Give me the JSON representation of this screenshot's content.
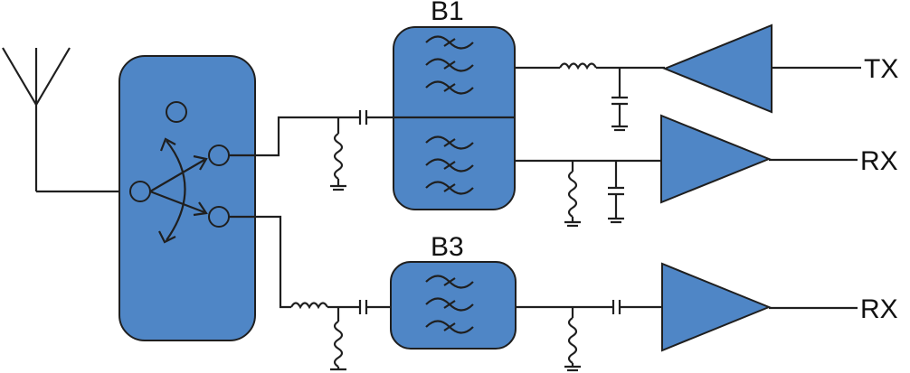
{
  "labels": {
    "filter_top": "B1",
    "filter_bottom": "B3",
    "port_tx": "TX",
    "port_rx_top": "RX",
    "port_rx_bottom": "RX"
  },
  "colors": {
    "block_fill": "#4f86c6",
    "line": "#1f1f1f",
    "background": "#ffffff"
  },
  "icons": {
    "antenna": "antenna-icon",
    "switch": "rf-switch",
    "filter": "bandpass-filter-wave-icon",
    "amplifier": "amplifier-triangle",
    "inductor": "inductor-coil",
    "capacitor": "capacitor-plates",
    "ground": "ground-symbol"
  }
}
